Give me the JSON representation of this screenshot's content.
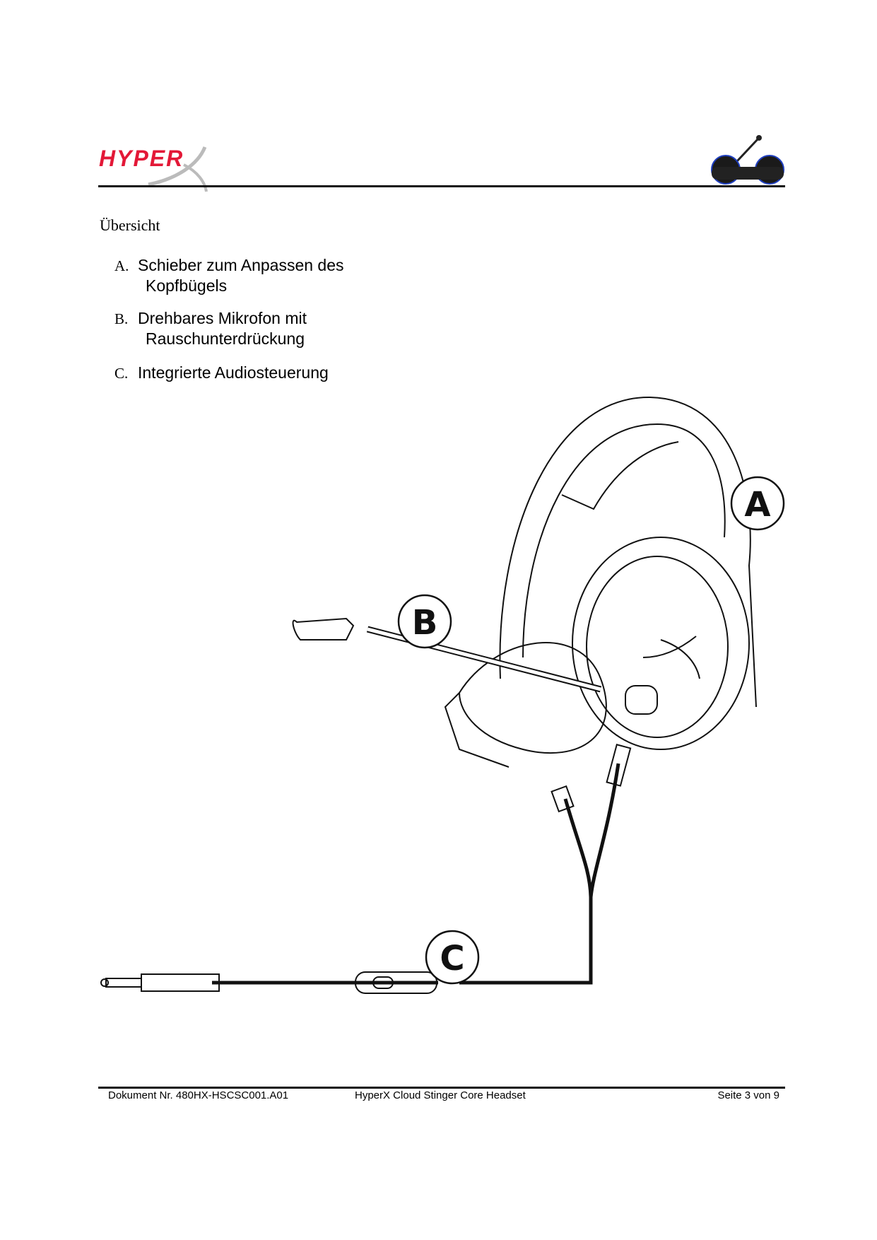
{
  "header": {
    "logo_text": "HYPERX",
    "headset_thumbnail": "headset-image"
  },
  "heading": "Übersicht",
  "items": [
    {
      "letter": "A.",
      "line1": "Schieber zum Anpassen des",
      "line2": "Kopfbügels"
    },
    {
      "letter": "B.",
      "line1": "Drehbares Mikrofon mit",
      "line2": "Rauschunterdrückung"
    },
    {
      "letter": "C.",
      "line1": "Integrierte Audiosteuerung",
      "line2": ""
    }
  ],
  "callouts": {
    "a": "A",
    "b": "B",
    "c": "C"
  },
  "footer": {
    "doc_number": "Dokument Nr. 480HX-HSCSC001.A01",
    "product": "HyperX Cloud Stinger Core Headset",
    "page": "Seite 3 von 9"
  },
  "colors": {
    "brand": "#e31837",
    "accent_blue": "#1f3fbf"
  }
}
